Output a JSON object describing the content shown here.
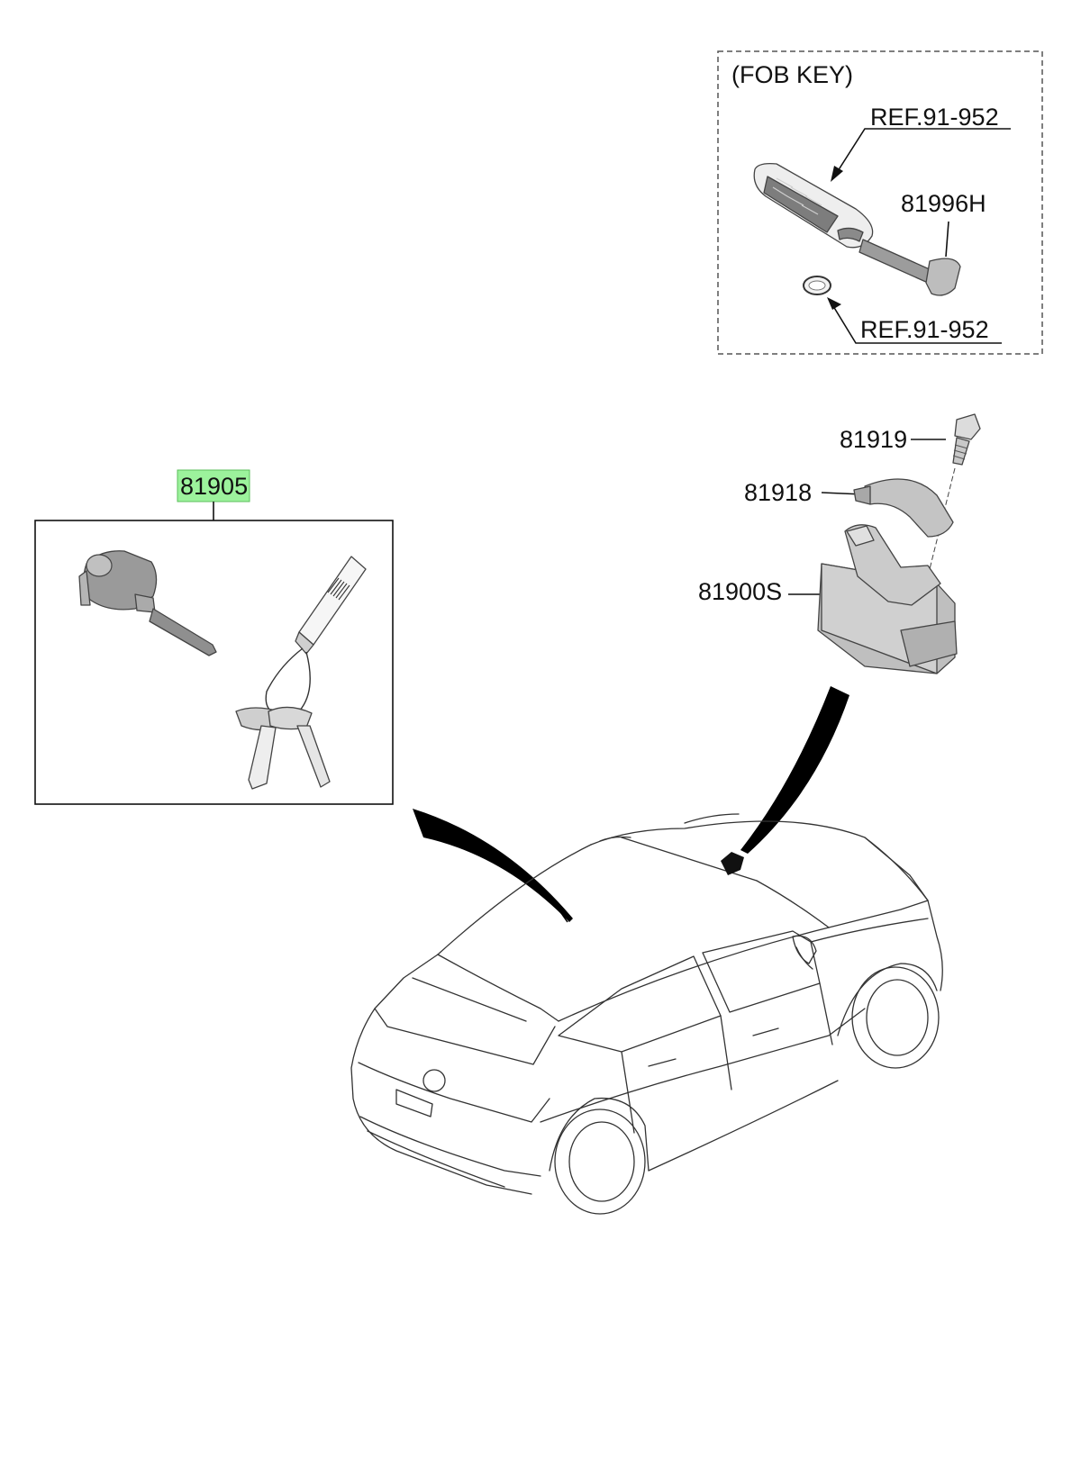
{
  "fob_box": {
    "title": "(FOB KEY)",
    "ref_top": "REF.91-952",
    "key_blade": "81996H",
    "ref_bottom": "REF.91-952"
  },
  "kit": {
    "part_number": "81905",
    "highlight_color": "#9cf29c"
  },
  "lock_assembly": {
    "bolt": "81919",
    "cover": "81918",
    "body": "81900S"
  }
}
